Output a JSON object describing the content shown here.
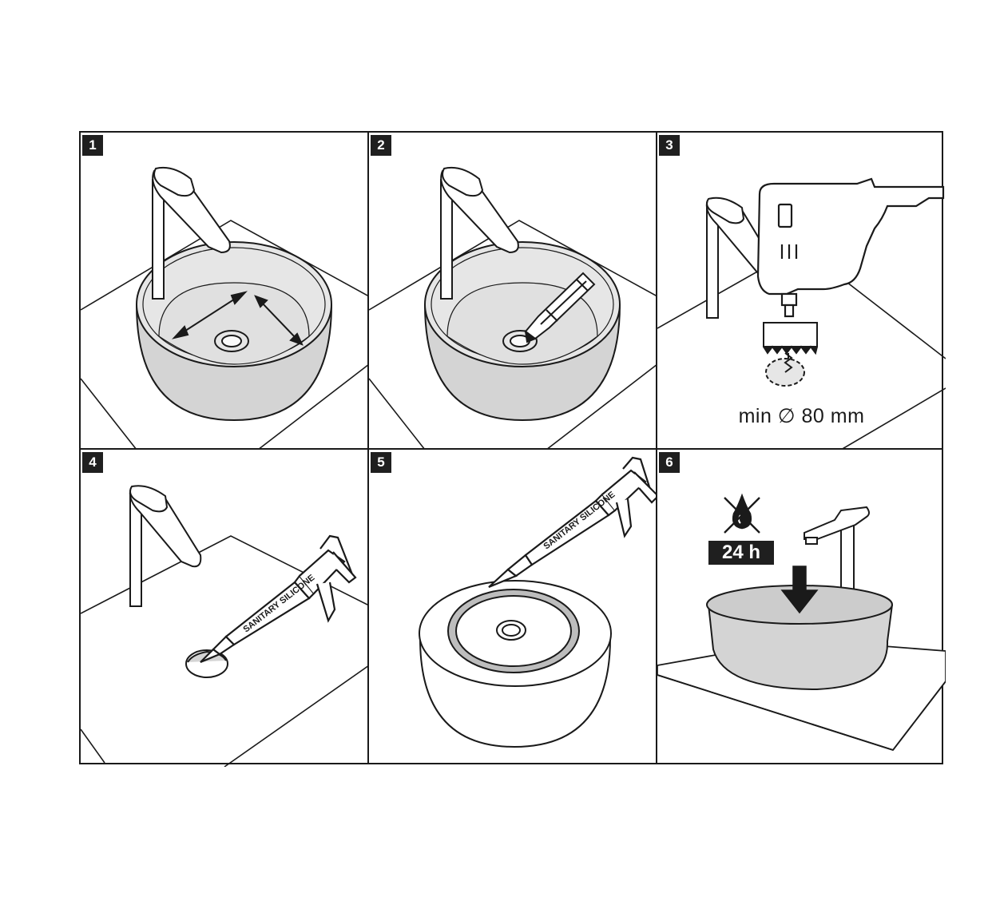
{
  "steps": [
    {
      "number": "1"
    },
    {
      "number": "2"
    },
    {
      "number": "3",
      "caption": "min ∅ 80 mm"
    },
    {
      "number": "4",
      "tube_label": "SANITARY SILICONE"
    },
    {
      "number": "5",
      "tube_label": "SANITARY SILICONE"
    },
    {
      "number": "6",
      "time_label": "24 h"
    }
  ],
  "icons": {
    "step6_symbol": "no-water-drop-icon",
    "step6_arrow": "down-arrow-icon"
  },
  "colors": {
    "line": "#1a1a1a",
    "basin_fill": "#d9d9d9",
    "background": "#ffffff",
    "badge": "#1f1f1f"
  }
}
